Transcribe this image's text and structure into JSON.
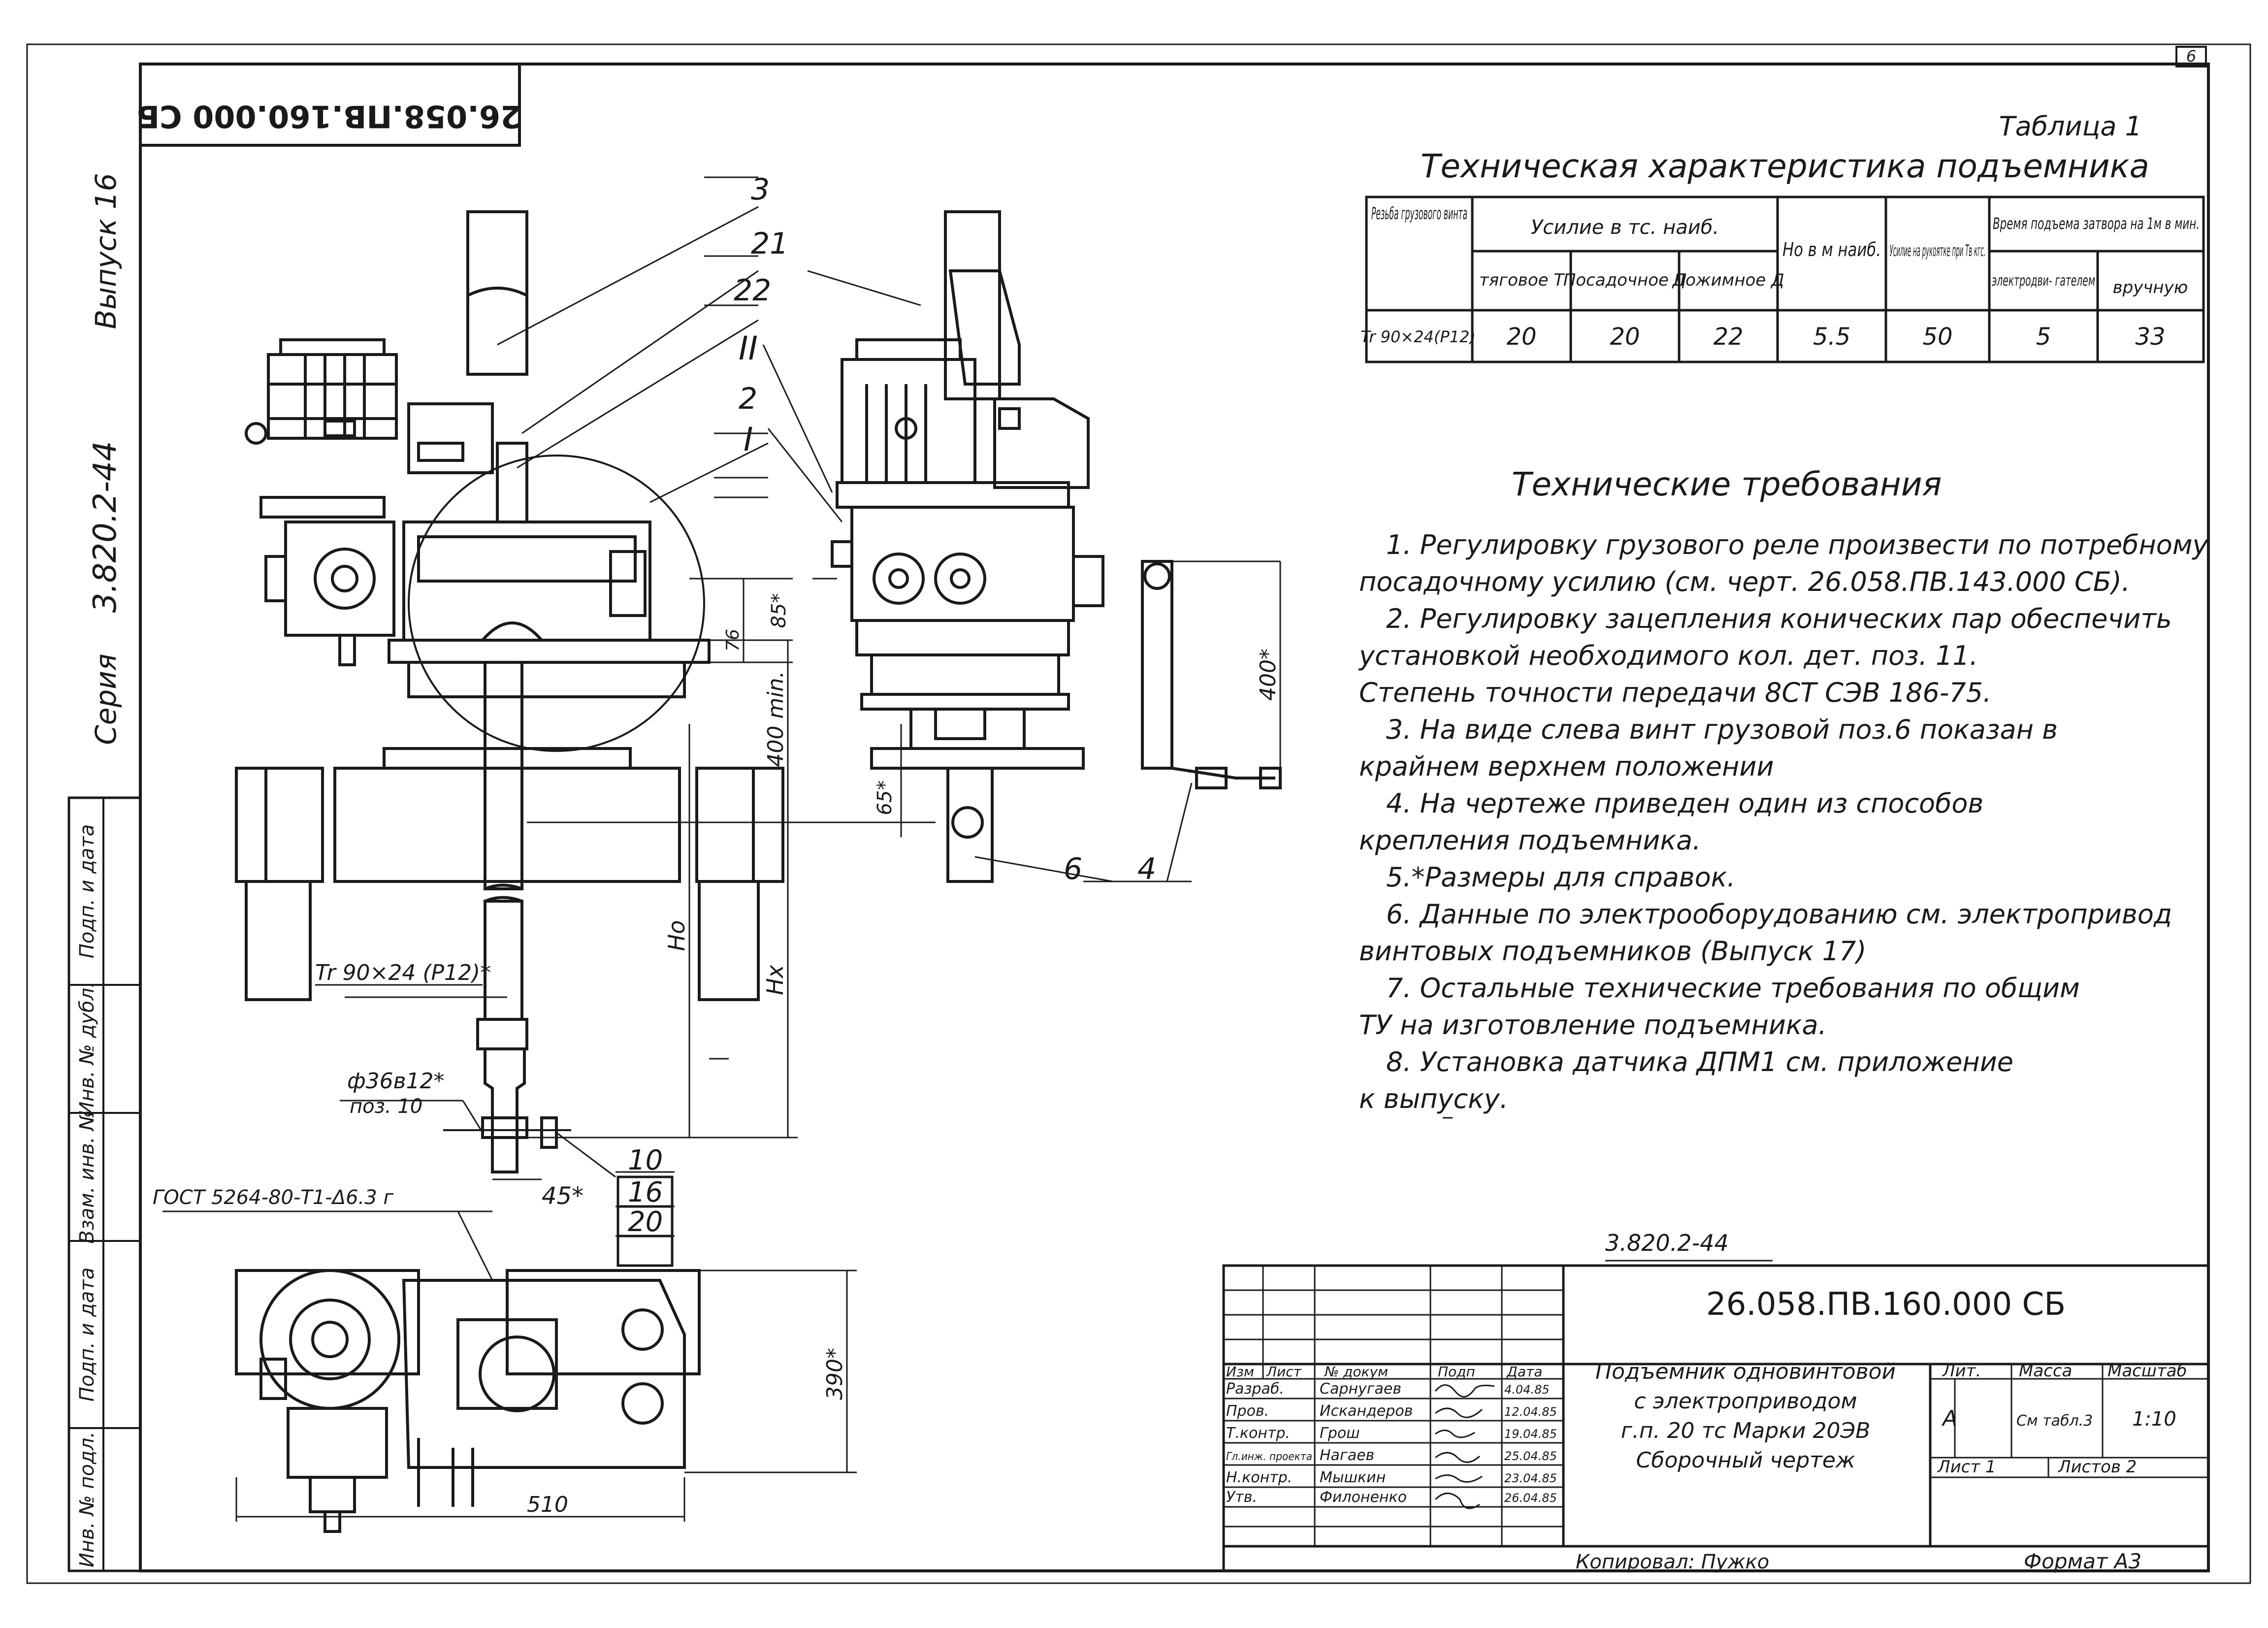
{
  "sheet": {
    "sheet_corner_number": "6",
    "code_stamp_rotated": "26.058.ПВ.160.000 СБ",
    "margin_labels": [
      "Выпуск 16",
      "3.820.2-44",
      "Серия"
    ],
    "side_stamp_labels": [
      "Подп. и дата",
      "Инв. № дубл.",
      "Взам. инв. №",
      "Подп. и дата",
      "Инв. № подл."
    ],
    "bottom_series_code": "3.820.2-44",
    "copied_by": "Копировал: Пужко",
    "format": "Формат А3"
  },
  "table1": {
    "label": "Таблица 1",
    "title": "Техническая характеристика подъемника",
    "header": {
      "thread": "Резьба грузового винта",
      "force_group": "Усилие в тс. наиб.",
      "traction": "тяговое Т",
      "landing": "Посадочное П",
      "pressing": "Дожимное Д",
      "ho": "Но в м наиб.",
      "handle_force": "Усилие на рукоятке при Тв кгс.",
      "time_group": "Время подъема затвора на 1м в мин.",
      "electric": "электродви- гателем",
      "manual": "вручную"
    },
    "row": [
      "Tr 90×24(P12)",
      "20",
      "20",
      "22",
      "5.5",
      "50",
      "5",
      "33"
    ]
  },
  "tech_requirements": {
    "title": "Технические требования",
    "lines": [
      "1. Регулировку грузового реле произвести по потребному",
      "посадочному усилию (см. черт. 26.058.ПВ.143.000 СБ).",
      "2. Регулировку зацепления конических пар обеспечить",
      "установкой необходимого кол. дет. поз. 11.",
      "Степень точности передачи 8СТ СЭВ 186-75.",
      "3. На виде слева винт грузовой поз.6 показан в",
      "крайнем верхнем положении",
      "4. На чертеже приведен один из способов",
      "крепления подъемника.",
      "5.*Размеры для справок.",
      "6. Данные по электрооборудованию см. электропривод",
      "винтовых подъемников (Выпуск 17)",
      "7. Остальные технические требования по общим",
      "ТУ на изготовление подъемника.",
      "8. Установка датчика ДПМ1 см. приложение",
      "к выпуску."
    ]
  },
  "drawing_labels": {
    "pos_3": "3",
    "pos_21": "21",
    "pos_22": "22",
    "pos_II": "II",
    "pos_I": "I",
    "pos_2": "2",
    "pos_6": "6",
    "pos_4": "4",
    "pos_10": "10",
    "pos_16": "16",
    "pos_20": "20",
    "dim_85": "85*",
    "dim_76": "76",
    "dim_400min": "400 min.",
    "dim_400": "400*",
    "dim_65": "65*",
    "dim_Ho": "Но",
    "dim_Hx": "Нх",
    "dim_45": "45*",
    "dim_390": "390*",
    "dim_510": "510",
    "thread_callout": "Tr 90×24 (P12)*",
    "diam_callout": "ф36в12*",
    "diam_pos": "поз. 10",
    "gost_callout": "ГОСТ 5264-80-Т1-Δ6.3 г"
  },
  "title_block": {
    "doc_code": "26.058.ПВ.160.000 СБ",
    "name_lines": [
      "Подъемник одновинтовой",
      "с электроприводом",
      "г.п. 20 тс Марки 20ЭВ",
      "Сборочный чертеж"
    ],
    "col_headers": [
      "Изм",
      "Лист",
      "№ докум",
      "Подп",
      "Дата"
    ],
    "rows": [
      {
        "role": "Разраб.",
        "name": "Сарнугаев",
        "date": "4.04.85"
      },
      {
        "role": "Пров.",
        "name": "Искандеров",
        "date": "12.04.85"
      },
      {
        "role": "Т.контр.",
        "name": "Грош",
        "date": "19.04.85"
      },
      {
        "role": "Гл.инж. проекта",
        "name": "Нагаев",
        "date": "25.04.85"
      },
      {
        "role": "Н.контр.",
        "name": "Мышкин",
        "date": "23.04.85"
      },
      {
        "role": "Утв.",
        "name": "Филоненко",
        "date": "26.04.85"
      }
    ],
    "lit_label": "Лит.",
    "mass_label": "Масса",
    "scale_label": "Масштаб",
    "lit_value": "А",
    "mass_value": "См табл.3",
    "scale_value": "1:10",
    "sheet_label": "Лист 1",
    "sheets_label": "Листов 2"
  }
}
